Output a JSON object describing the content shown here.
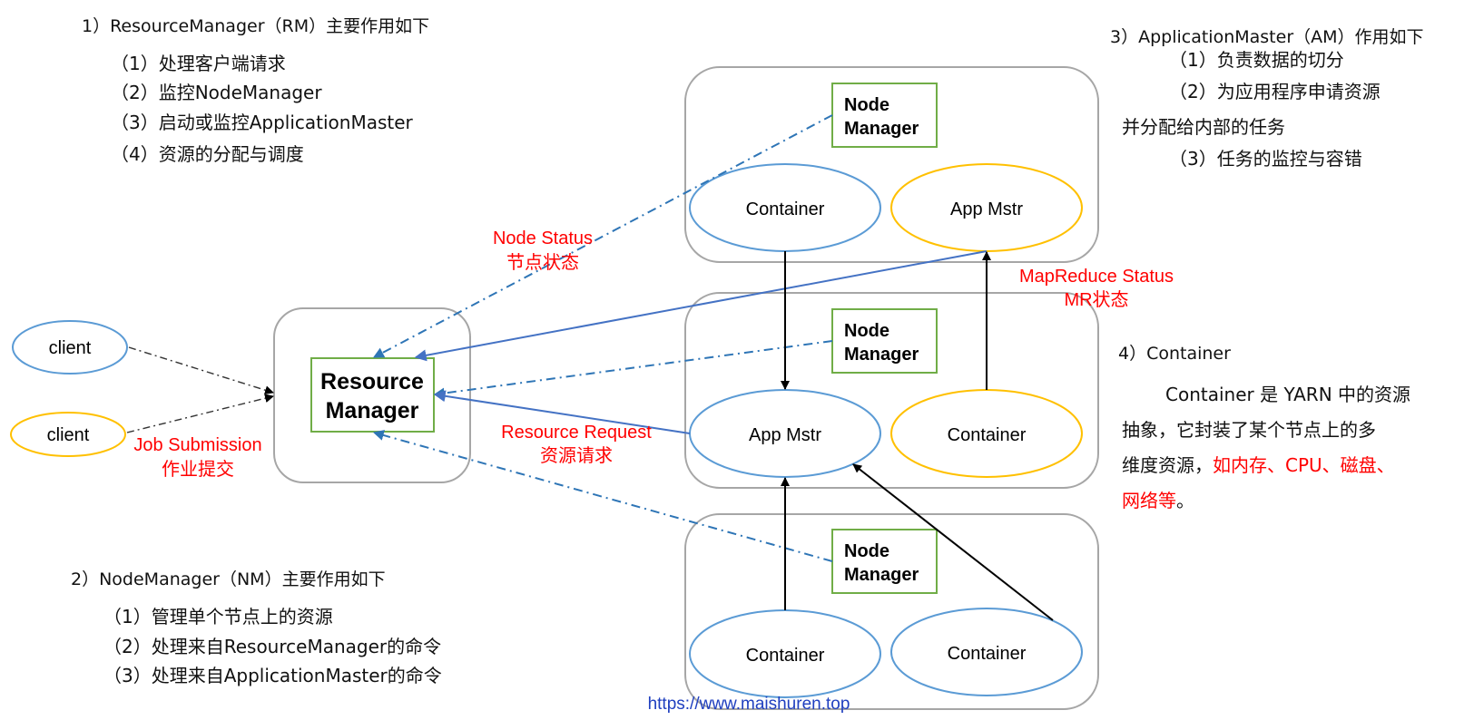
{
  "rm_section": {
    "heading": "1）ResourceManager（RM）主要作用如下",
    "items": [
      "（1）处理客户端请求",
      "（2）监控NodeManager",
      "（3）启动或监控ApplicationMaster",
      "（4）资源的分配与调度"
    ]
  },
  "nm_section": {
    "heading": "2）NodeManager（NM）主要作用如下",
    "items": [
      "（1）管理单个节点上的资源",
      "（2）处理来自ResourceManager的命令",
      "（3）处理来自ApplicationMaster的命令"
    ]
  },
  "am_section": {
    "heading": "3）ApplicationMaster（AM）作用如下",
    "items": [
      "（1）负责数据的切分",
      "（2）为应用程序申请资源",
      "并分配给内部的任务",
      "（3）任务的监控与容错"
    ]
  },
  "container_section": {
    "heading": "4）Container",
    "line1": "Container 是 YARN 中的资源",
    "line2": "抽象，它封装了某个节点上的多",
    "line3_plain": "维度资源，",
    "line3_red": "如内存、CPU、磁盘、",
    "line4_red": "网络等",
    "line4_plain": "。"
  },
  "diagram": {
    "client_label": "client",
    "rm_label_line1": "Resource",
    "rm_label_line2": "Manager",
    "nm_label_line1": "Node",
    "nm_label_line2": "Manager",
    "container_label": "Container",
    "app_mstr_label": "App Mstr",
    "job_submission": "Job Submission",
    "job_submission_cn": "作业提交",
    "node_status": "Node Status",
    "node_status_cn": "节点状态",
    "resource_request": "Resource Request",
    "resource_request_cn": "资源请求",
    "mapreduce_status": "MapReduce Status",
    "mapreduce_status_cn": "MR状态"
  },
  "watermark": "https://www.maishuren.top",
  "colors": {
    "blue": "#5b9bd5",
    "arrow_blue": "#4472c4",
    "dashdot_blue": "#2e75b6",
    "orange": "#ffc000",
    "green": "#70ad47",
    "gray": "#a6a6a6",
    "red": "#ff0000"
  }
}
